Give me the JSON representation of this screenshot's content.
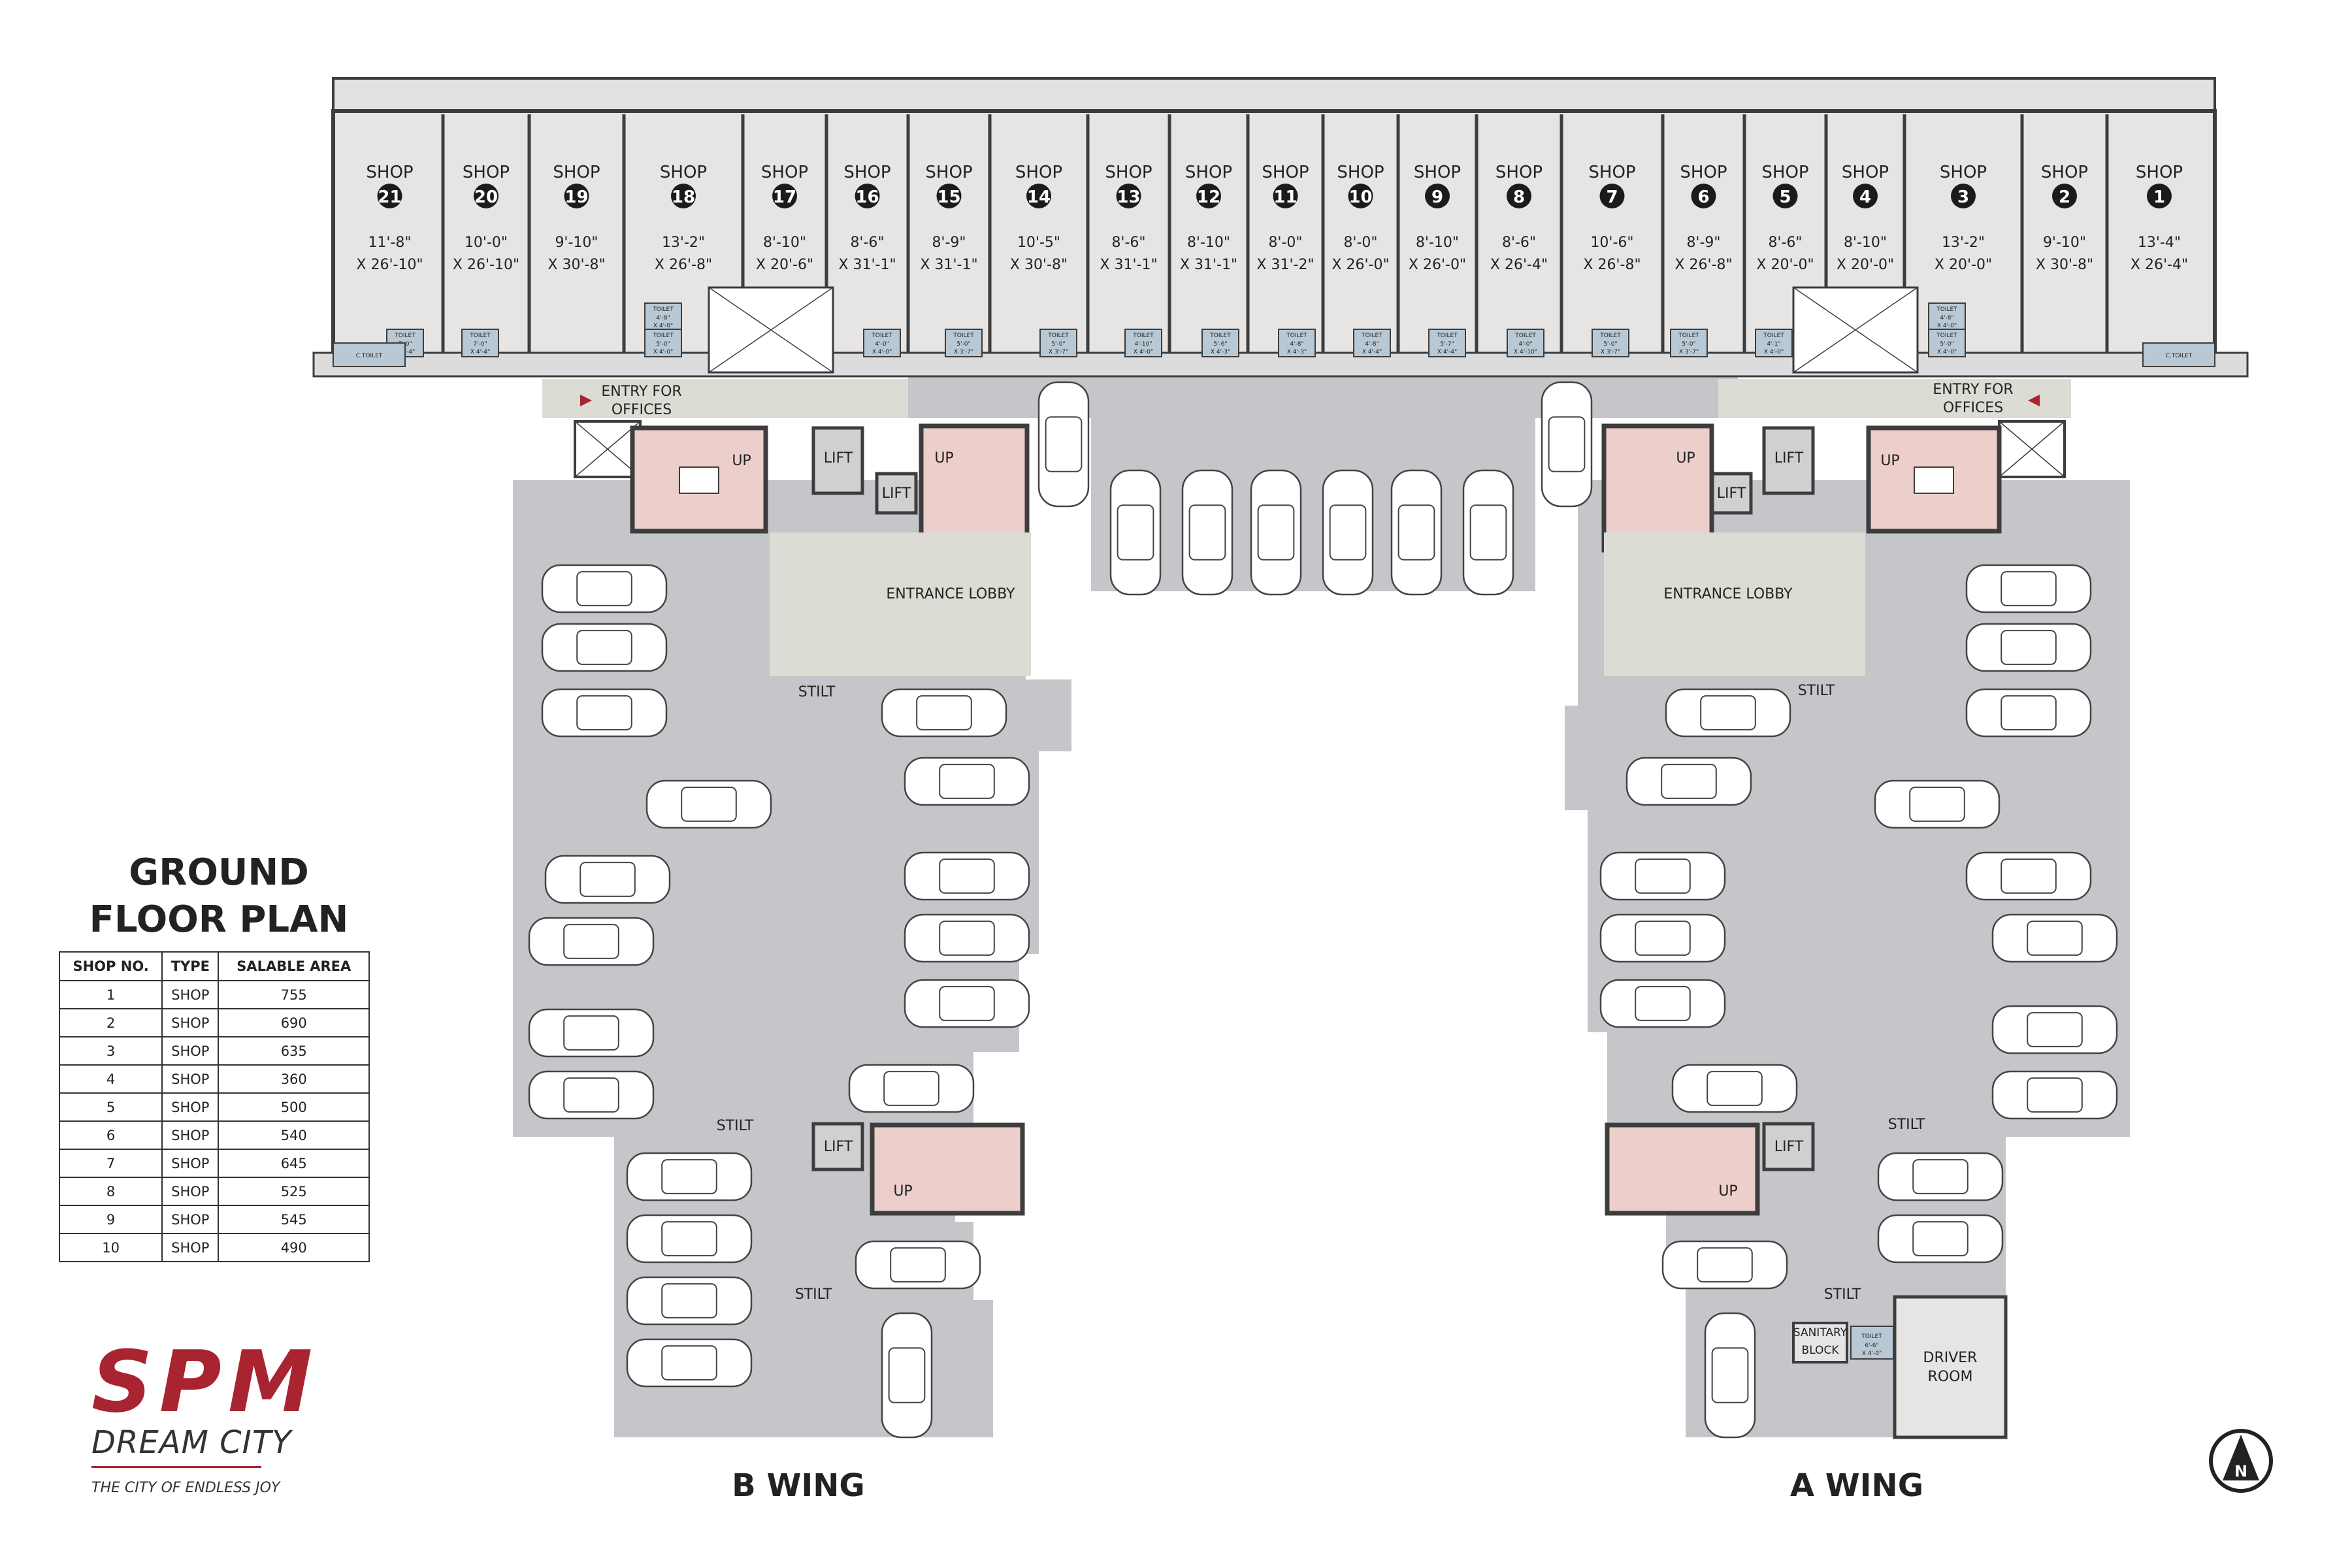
{
  "title": {
    "line1": "GROUND",
    "line2": "FLOOR PLAN"
  },
  "table": {
    "headers": [
      "SHOP NO.",
      "TYPE",
      "SALABLE AREA"
    ],
    "rows": [
      [
        "1",
        "SHOP",
        "755"
      ],
      [
        "2",
        "SHOP",
        "690"
      ],
      [
        "3",
        "SHOP",
        "635"
      ],
      [
        "4",
        "SHOP",
        "360"
      ],
      [
        "5",
        "SHOP",
        "500"
      ],
      [
        "6",
        "SHOP",
        "540"
      ],
      [
        "7",
        "SHOP",
        "645"
      ],
      [
        "8",
        "SHOP",
        "525"
      ],
      [
        "9",
        "SHOP",
        "545"
      ],
      [
        "10",
        "SHOP",
        "490"
      ]
    ]
  },
  "shops": [
    {
      "num": "21",
      "w": "11'-8\"",
      "d": "X 26'-10\""
    },
    {
      "num": "20",
      "w": "10'-0\"",
      "d": "X 26'-10\""
    },
    {
      "num": "19",
      "w": "9'-10\"",
      "d": "X 30'-8\""
    },
    {
      "num": "18",
      "w": "13'-2\"",
      "d": "X 26'-8\""
    },
    {
      "num": "17",
      "w": "8'-10\"",
      "d": "X 20'-6\""
    },
    {
      "num": "16",
      "w": "8'-6\"",
      "d": "X 31'-1\""
    },
    {
      "num": "15",
      "w": "8'-9\"",
      "d": "X 31'-1\""
    },
    {
      "num": "14",
      "w": "10'-5\"",
      "d": "X 30'-8\""
    },
    {
      "num": "13",
      "w": "8'-6\"",
      "d": "X 31'-1\""
    },
    {
      "num": "12",
      "w": "8'-10\"",
      "d": "X 31'-1\""
    },
    {
      "num": "11",
      "w": "8'-0\"",
      "d": "X 31'-2\""
    },
    {
      "num": "10",
      "w": "8'-0\"",
      "d": "X 26'-0\""
    },
    {
      "num": "9",
      "w": "8'-10\"",
      "d": "X 26'-0\""
    },
    {
      "num": "8",
      "w": "8'-6\"",
      "d": "X 26'-4\""
    },
    {
      "num": "7",
      "w": "10'-6\"",
      "d": "X 26'-8\""
    },
    {
      "num": "6",
      "w": "8'-9\"",
      "d": "X 26'-8\""
    },
    {
      "num": "5",
      "w": "8'-6\"",
      "d": "X 20'-0\""
    },
    {
      "num": "4",
      "w": "8'-10\"",
      "d": "X 20'-0\""
    },
    {
      "num": "3",
      "w": "13'-2\"",
      "d": "X 20'-0\""
    },
    {
      "num": "2",
      "w": "9'-10\"",
      "d": "X 30'-8\""
    },
    {
      "num": "1",
      "w": "13'-4\"",
      "d": "X 26'-4\""
    }
  ],
  "labels": {
    "shop": "SHOP",
    "entry_offices_1": "ENTRY FOR",
    "entry_offices_2": "OFFICES",
    "lift": "LIFT",
    "up": "UP",
    "entrance_lobby": "ENTRANCE LOBBY",
    "stilt": "STILT",
    "toilet": "TOILET",
    "c_toilet": "C.TOILET",
    "sanitary_1": "SANITARY",
    "sanitary_2": "BLOCK",
    "driver_1": "DRIVER",
    "driver_2": "ROOM",
    "b_wing": "B WING",
    "a_wing": "A WING",
    "north": "N"
  },
  "toilets": [
    {
      "a": "7'-0\"",
      "b": "X 4'-4\""
    },
    {
      "a": "7'-0\"",
      "b": "X 4'-4\""
    },
    {
      "a": "4'-8\"",
      "b": "X 4'-0\""
    },
    {
      "a": "5'-0\"",
      "b": "X 4'-0\""
    },
    {
      "a": "4'-0\"",
      "b": "X 4'-0\""
    },
    {
      "a": "5'-0\"",
      "b": "X 3'-7\""
    },
    {
      "a": "5'-0\"",
      "b": "X 3'-7\""
    },
    {
      "a": "4'-10\"",
      "b": "X 4'-0\""
    },
    {
      "a": "5'-6\"",
      "b": "X 4'-3\""
    },
    {
      "a": "4'-8\"",
      "b": "X 4'-3\""
    },
    {
      "a": "4'-8\"",
      "b": "X 4'-4\""
    },
    {
      "a": "5'-7\"",
      "b": "X 4'-4\""
    },
    {
      "a": "4'-0\"",
      "b": "X 4'-10\""
    },
    {
      "a": "5'-0\"",
      "b": "X 3'-7\""
    },
    {
      "a": "5'-0\"",
      "b": "X 3'-7\""
    },
    {
      "a": "4'-1\"",
      "b": "X 4'-0\""
    },
    {
      "a": "4'-8\"",
      "b": "X 4'-0\""
    },
    {
      "a": "5'-0\"",
      "b": "X 4'-0\""
    },
    {
      "a": "5'-0\"",
      "b": "X 4'-0\""
    },
    {
      "a": "6'-6\"",
      "b": "X 4'-0\""
    }
  ],
  "logo": {
    "mark": "SPM",
    "sub": "DREAM CITY",
    "tagline": "THE CITY OF ENDLESS JOY"
  },
  "colors": {
    "shop_fill": "#e7e4e4",
    "parking_fill": "#c5c6ca",
    "stair_fill": "#eccfcb",
    "lobby_fill": "#dddcd4",
    "wall": "#3d3d3d",
    "toilet_fill": "#b8c8d4",
    "brand_red": "#a82430"
  }
}
